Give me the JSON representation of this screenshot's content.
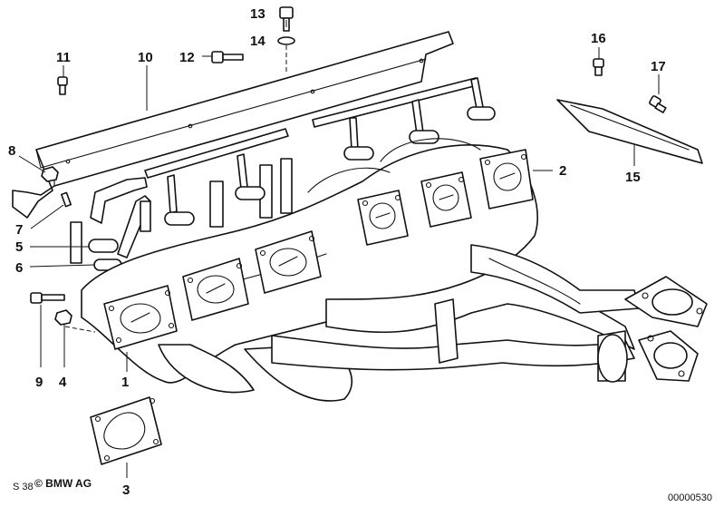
{
  "callouts": {
    "c1": "1",
    "c2": "2",
    "c3": "3",
    "c4": "4",
    "c5": "5",
    "c6": "6",
    "c7": "7",
    "c8": "8",
    "c9": "9",
    "c10": "10",
    "c11": "11",
    "c12": "12",
    "c13": "13",
    "c14": "14",
    "c15": "15",
    "c16": "16",
    "c17": "17"
  },
  "footer": {
    "page_mark": "S 38",
    "copyright": "© BMW AG",
    "diagram_number": "00000530"
  }
}
